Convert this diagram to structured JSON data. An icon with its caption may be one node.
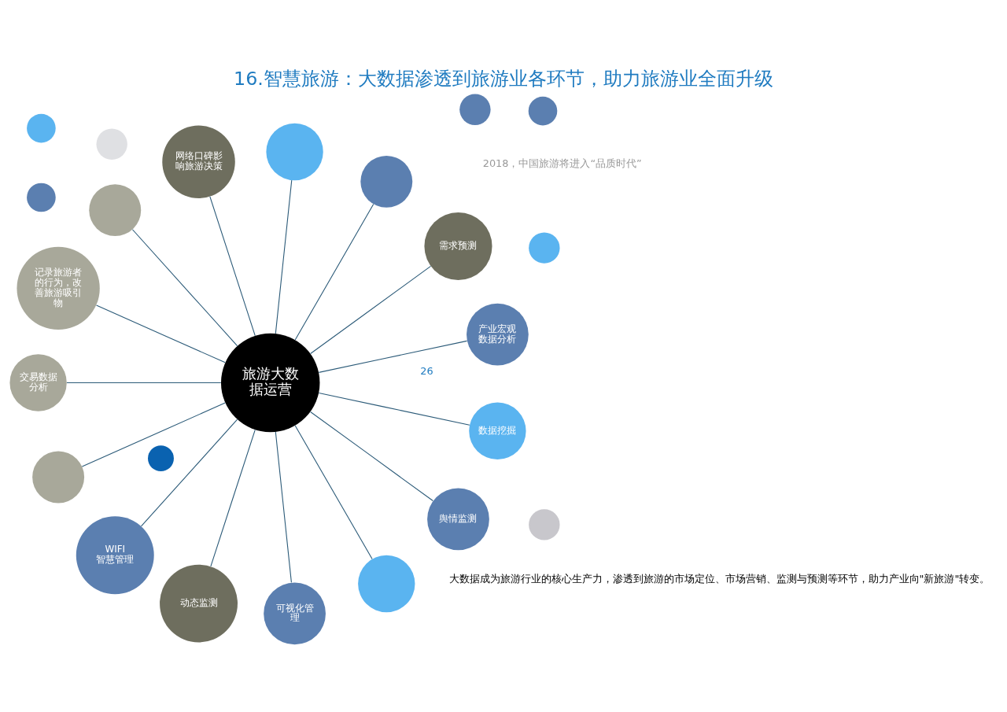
{
  "diagram": {
    "title": "16.智慧旅游：大数据渗透到旅游业各环节，助力旅游业全面升级",
    "nodes": [
      {
        "text": [
          "旅游大数据运营"
        ]
      },
      {
        "text": [
          "产业宏观数据分析"
        ]
      },
      {
        "text": [],
        "shape": "circle"
      },
      {
        "text": [
          "需求预测"
        ]
      },
      {
        "text": [],
        "shape": "circle"
      },
      {
        "text": [],
        "shape": "circle"
      },
      {
        "text": [
          "网络口碑影响旅游决策"
        ]
      },
      {
        "text": [],
        "shape": "circle"
      },
      {
        "text": [],
        "shape": "circle"
      },
      {
        "text": [],
        "shape": "circle"
      },
      {
        "text": [
          "记录旅游者的行为，改善旅游吸引物"
        ]
      },
      {
        "text": [],
        "shape": "circle"
      },
      {
        "text": [
          "交易数据分析"
        ]
      },
      {
        "text": [],
        "shape": "circle"
      },
      {
        "text": [],
        "shape": "circle"
      },
      {
        "text": [
          "WIFI智慧管理"
        ]
      },
      {
        "text": [
          "动态监测"
        ]
      },
      {
        "text": [],
        "shape": "circle"
      },
      {
        "text": [
          "可视化管理"
        ]
      },
      {
        "text": [],
        "shape": "circle"
      },
      {
        "text": [],
        "shape": "circle"
      },
      {
        "text": [],
        "shape": "circle"
      },
      {
        "text": [
          "舆情监测"
        ]
      },
      {
        "text": [
          "数据挖掘"
        ]
      }
    ],
    "edges": [
      {
        "from": 0,
        "to": 6,
        "arrow": "none"
      },
      {
        "from": 0,
        "to": 8,
        "arrow": "none"
      },
      {
        "from": 0,
        "to": 1,
        "arrow": "none"
      },
      {
        "from": 0,
        "to": 4,
        "arrow": "none"
      },
      {
        "from": 0,
        "to": 3,
        "arrow": "none"
      },
      {
        "from": 0,
        "to": 5,
        "arrow": "none"
      },
      {
        "from": 0,
        "to": 10,
        "arrow": "none"
      },
      {
        "from": 0,
        "to": 16,
        "arrow": "none"
      },
      {
        "from": 0,
        "to": 18,
        "arrow": "none"
      },
      {
        "from": 0,
        "to": 23,
        "arrow": "none"
      },
      {
        "from": 0,
        "to": 22,
        "arrow": "none"
      },
      {
        "from": 0,
        "to": 21,
        "arrow": "none"
      },
      {
        "from": 0,
        "to": 15,
        "arrow": "none"
      },
      {
        "from": 0,
        "to": 13,
        "arrow": "none"
      },
      {
        "from": 0,
        "to": 12,
        "arrow": "none"
      }
    ],
    "labels": [
      "2018，中国旅游将进入“品质时代”",
      "大数据成为旅游行业的核心生产力，渗透到旅游的市场定位、市场营销、监测与预测等环节，助力产业向\"新旅游\"转变。",
      "26"
    ]
  }
}
